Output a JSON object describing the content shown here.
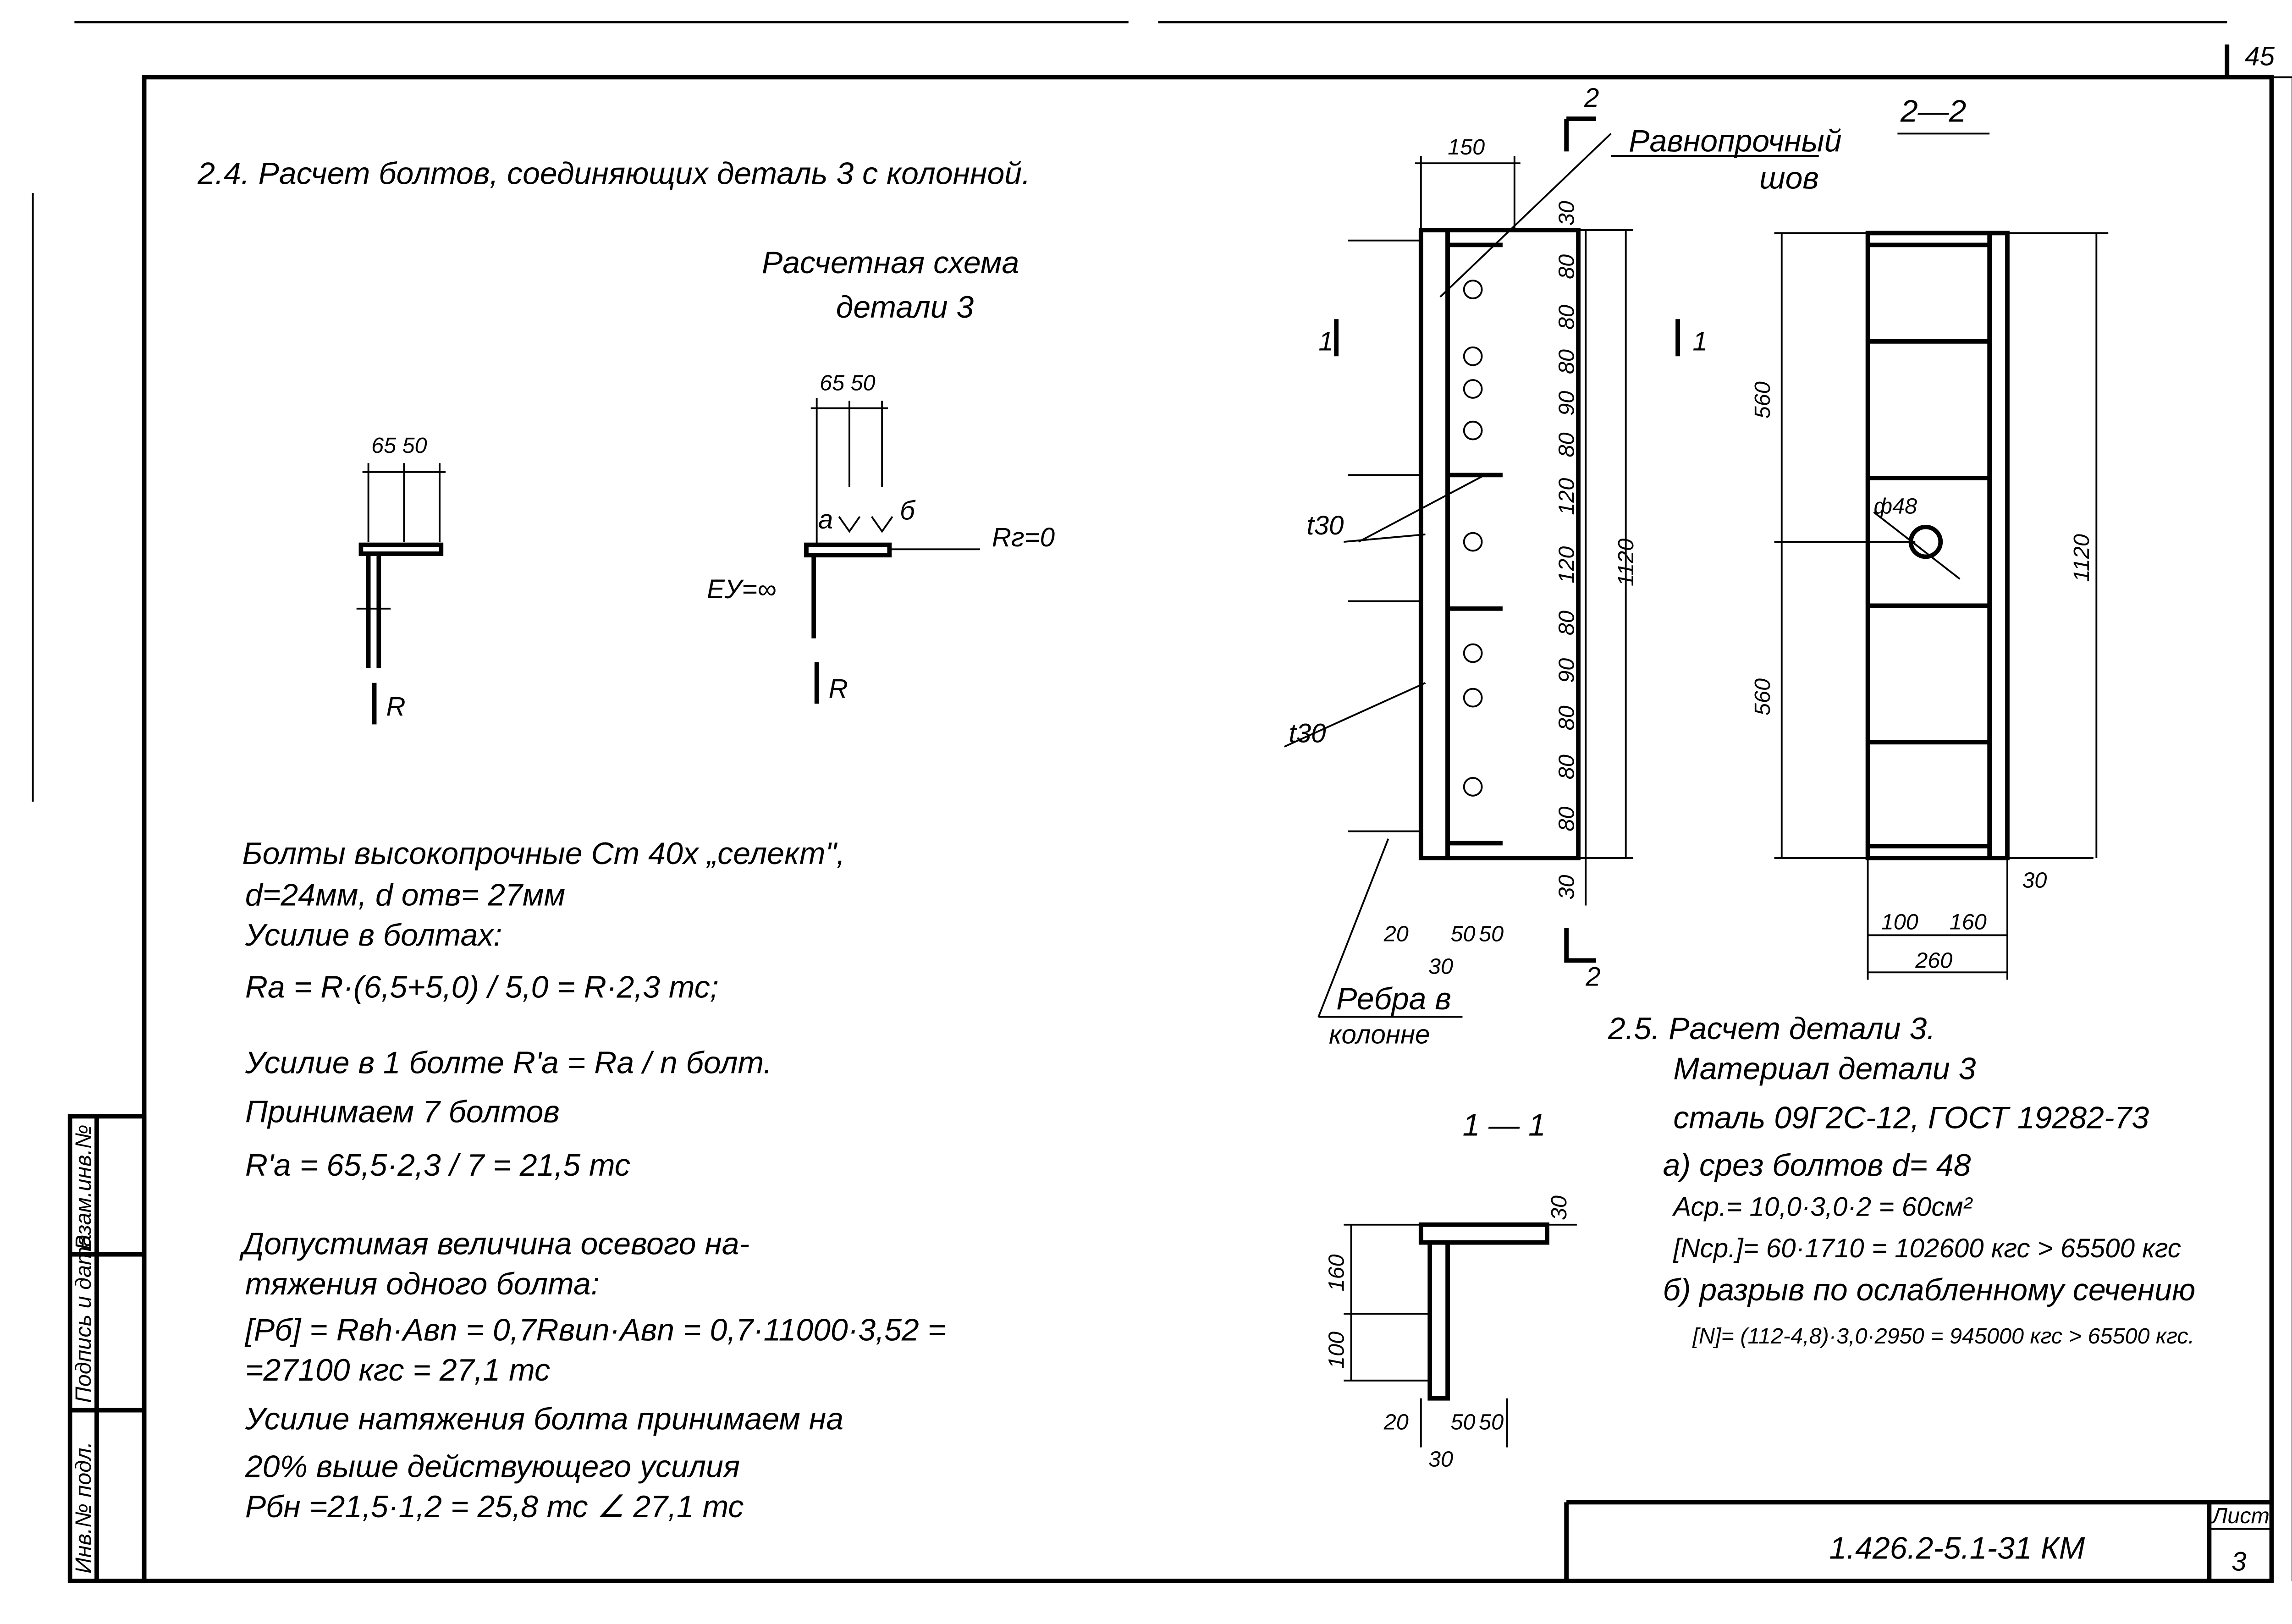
{
  "sheet_corner_number": "45",
  "section_24": {
    "title": "2.4. Расчет болтов, соединяющих деталь 3 с колонной.",
    "scheme_title_1": "Расчетная схема",
    "scheme_title_2": "детали 3",
    "left_dims": "65  50",
    "left_force": "R",
    "scheme_dims": "65  50",
    "point_a": "а",
    "point_b": "б",
    "reaction": "Rг=0",
    "stiffness": "EУ=∞",
    "scheme_force": "R",
    "lines": [
      "Болты высокопрочные  Ст 40х „селект\",",
      "d=24мм,  d отв= 27мм",
      "Усилие в болтах:",
      "Ra = R·(6,5+5,0) / 5,0 = R·2,3 тс;",
      "Усилие в 1 болте  R'a = Ra / n болт.",
      "Принимаем  7 болтов",
      "R'a = 65,5·2,3 / 7 = 21,5 тс",
      "Допустимая величина  осевого  на-",
      "тяжения одного болта:",
      "[Pб] = Rвh·Aвn = 0,7Rвun·Aвn = 0,7·11000·3,52 =",
      "=27100 кгс = 27,1 тс",
      "Усилие натяжения  болта  принимаем на",
      "20% выше действующего  усилия",
      "Pбн =21,5·1,2 = 25,8 тс ∠ 27,1 тс"
    ]
  },
  "section_25": {
    "lines": [
      "2.5. Расчет детали 3.",
      "Материал детали 3",
      "сталь 09Г2С-12, ГОСТ 19282-73",
      "а) срез болтов d= 48",
      "Аср.= 10,0·3,0·2 = 60см²",
      "[Nср.]= 60·1710 = 102600 кгс > 65500 кгс",
      "б) разрыв по ослабленному сечению",
      "[N]= (112-4,8)·3,0·2950 = 945000 кгс > 65500 кгс."
    ]
  },
  "elevation_view": {
    "cut_mark": "2",
    "cut_mark_bottom": "2",
    "weld_label_1": "Равнопрочный",
    "weld_label_2": "шов",
    "width_dim": "150",
    "section_mark_left": "1",
    "section_mark_right": "1",
    "plate_label_1": "t30",
    "plate_label_2": "t30",
    "height_dim": "1120",
    "spacing_dims": [
      "30",
      "80",
      "80",
      "80",
      "90",
      "80",
      "120",
      "120",
      "80",
      "90",
      "80",
      "80",
      "80",
      "30"
    ],
    "bottom_dims": [
      "20",
      "50",
      "50"
    ],
    "bottom_dim_30": "30",
    "rib_label_1": "Ребра в",
    "rib_label_2": "колонне"
  },
  "section_2_2": {
    "title": "2—2",
    "dim_upper": "560",
    "dim_lower": "560",
    "dim_total": "1120",
    "hole": "ф48",
    "dim_30": "30",
    "dim_100": "100",
    "dim_160": "160",
    "dim_260": "260"
  },
  "section_1_1": {
    "title": "1 — 1",
    "dim_30": "30",
    "dim_160": "160",
    "dim_100": "100",
    "bottom_dims": [
      "20",
      "50",
      "50"
    ],
    "dim_30_bottom": "30"
  },
  "stamp": {
    "cells": [
      "Инв.№ подл.",
      "Подпись и дата",
      "Взам.инв.№"
    ]
  },
  "title_block": {
    "designation": "1.426.2-5.1-31 КМ",
    "sheet_label": "Лист",
    "sheet_number": "3"
  }
}
